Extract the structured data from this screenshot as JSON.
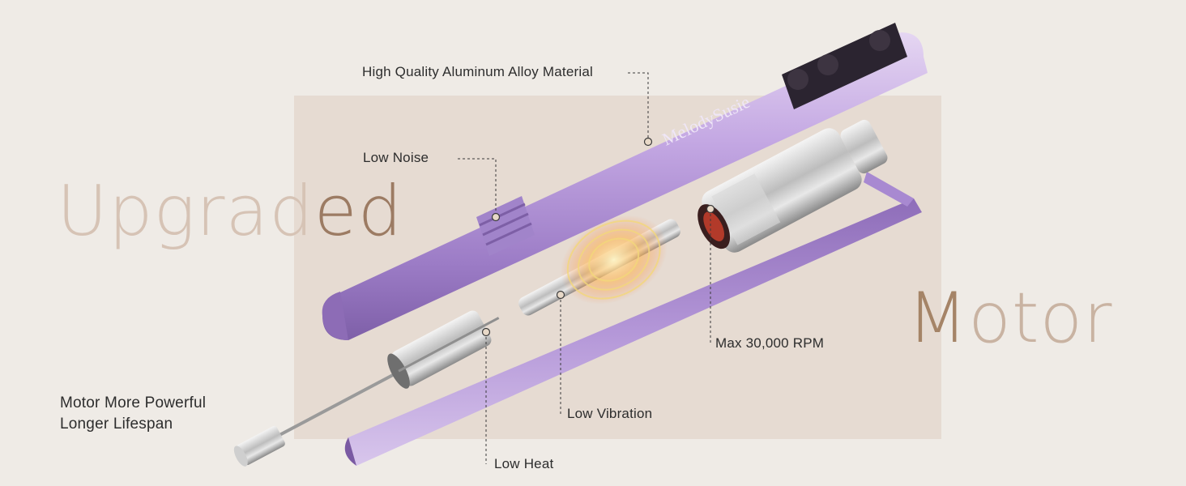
{
  "headline": {
    "part1": "Upgrad",
    "part2": "ed",
    "word2_first": "M",
    "word2_rest": "otor"
  },
  "brand_logo_text": "MelodySusie",
  "callouts": {
    "material": "High Quality Aluminum Alloy Material",
    "noise": "Low Noise",
    "rpm": "Max 30,000 RPM",
    "vibration": "Low Vibration",
    "heat": "Low Heat",
    "motor_line1": "Motor More Powerful",
    "motor_line2": "Longer Lifespan"
  },
  "colors": {
    "background": "#efebe6",
    "panel": "#e6dbd2",
    "pen_purple": "#b79ad9",
    "headline_light": "#d6c3b5",
    "headline_dark": "#9c7b63"
  }
}
